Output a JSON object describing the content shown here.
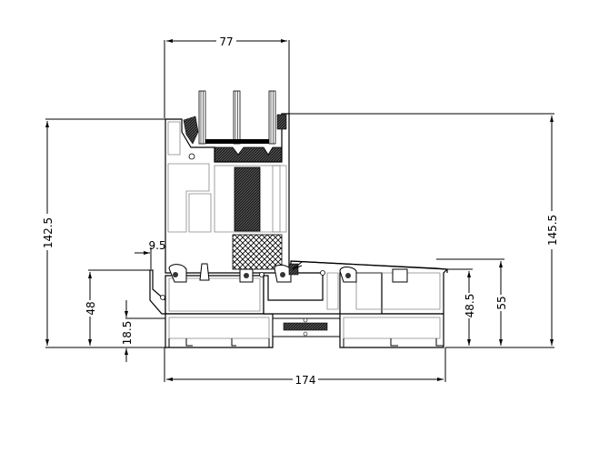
{
  "drawing": {
    "type": "window profile cross-section (sill/threshold)",
    "dimensions": {
      "top_width": "77",
      "left_height": "142.5",
      "right_height": "145.5",
      "offset_small": "9.5",
      "left_mid_height": "48",
      "left_low_height": "18.5",
      "right_inner_height": "48.5",
      "right_outer_height": "55",
      "bottom_width": "174"
    },
    "colors": {
      "line": "#000000",
      "background": "#ffffff",
      "insulation_fill": "#333333",
      "gasket_fill": "#555555"
    }
  }
}
